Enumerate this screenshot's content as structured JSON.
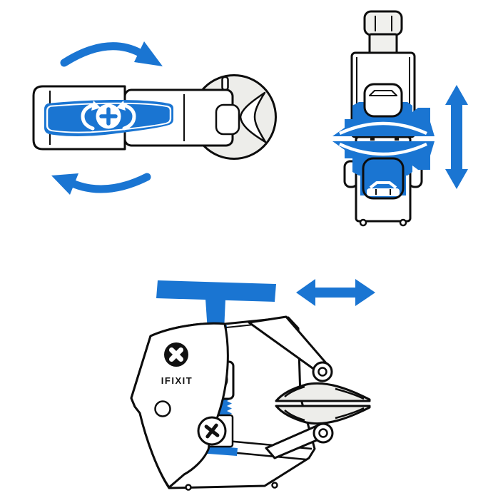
{
  "meta": {
    "description": "Instructional diagram of an opening clamp tool shown in three views with movement arrows",
    "background": "#ffffff"
  },
  "palette": {
    "accent_blue": "#1A75D2",
    "outline": "#0D0D0D",
    "light_gray": "#EDEDEA",
    "knob_gray": "#F0F0ED",
    "logo_black": "#111111",
    "white": "#ffffff"
  },
  "brand": {
    "wordmark": "IFIXIT",
    "logo_icon": "ifixit-x-logo"
  },
  "figures": {
    "top_view": {
      "name": "tool-top-view",
      "icons": [
        "rotate-clockwise-arrow",
        "rotate-clockwise-arrow-lower",
        "plus-dial",
        "curl-arrow-left",
        "curl-arrow-right"
      ]
    },
    "front_view": {
      "name": "tool-front-view",
      "icons": [
        "vertical-double-arrow"
      ]
    },
    "side_view": {
      "name": "tool-side-view",
      "icons": [
        "horizontal-double-arrow",
        "phillips-screw"
      ]
    }
  }
}
